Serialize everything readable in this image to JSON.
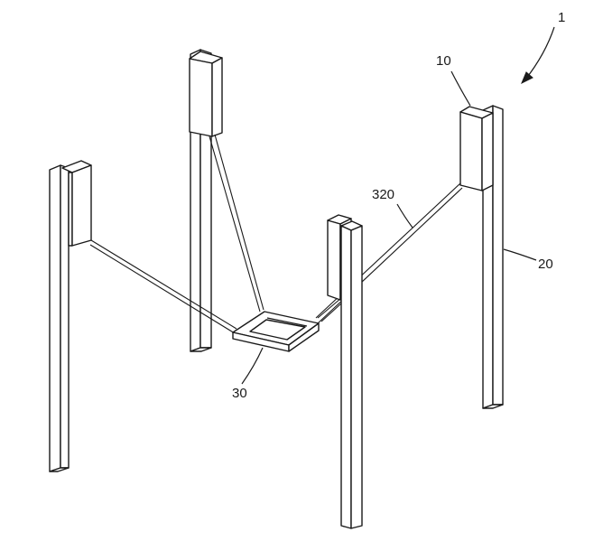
{
  "labels": {
    "assembly": "1",
    "sensor_unit": "10",
    "support_pole": "20",
    "target_frame": "30",
    "wire": "320"
  }
}
